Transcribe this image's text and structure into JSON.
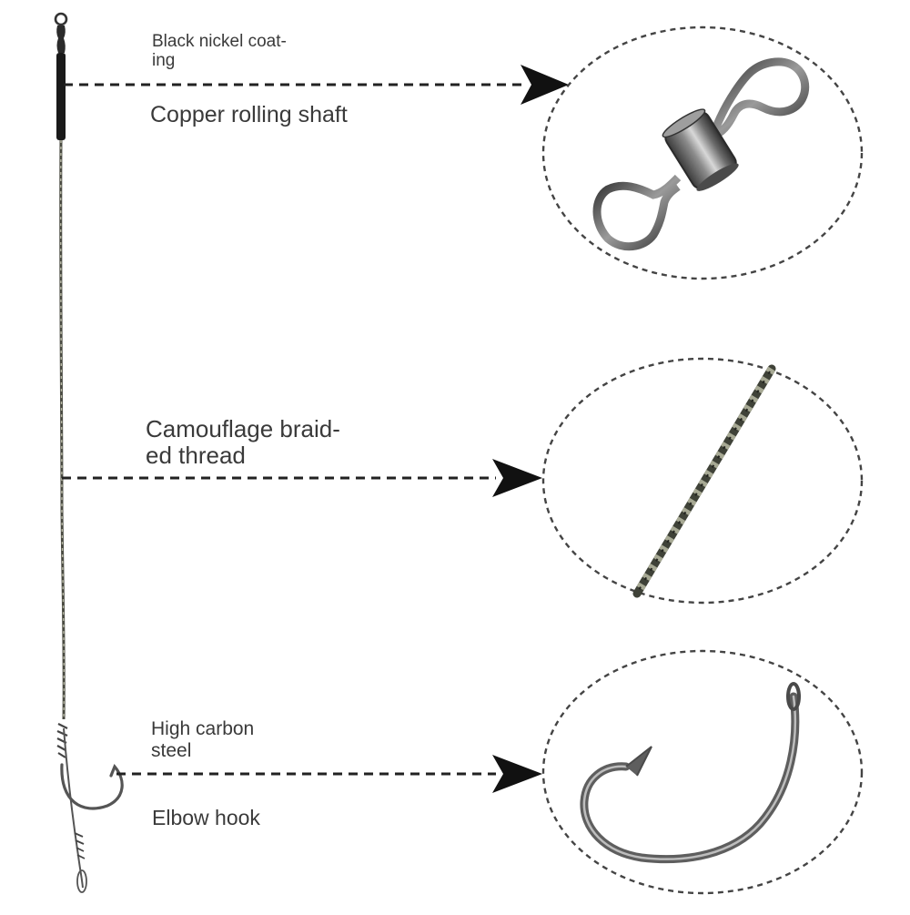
{
  "callouts": [
    {
      "id": "swivel",
      "labels": [
        "Black nickel coat-",
        "ing"
      ],
      "title": "Copper rolling shaft",
      "icon": "barrel-swivel-icon"
    },
    {
      "id": "braid",
      "labels": [
        "Camouflage braid-",
        "ed thread"
      ],
      "icon": "braided-line-icon"
    },
    {
      "id": "hook",
      "labels": [
        "High carbon",
        "steel"
      ],
      "title": "Elbow hook",
      "icon": "fishing-hook-icon"
    }
  ],
  "colors": {
    "text": "#3a3a3a",
    "dash": "#222222",
    "metal": "#6e6e6e",
    "braid_dark": "#3f4238",
    "braid_light": "#a7a994"
  }
}
